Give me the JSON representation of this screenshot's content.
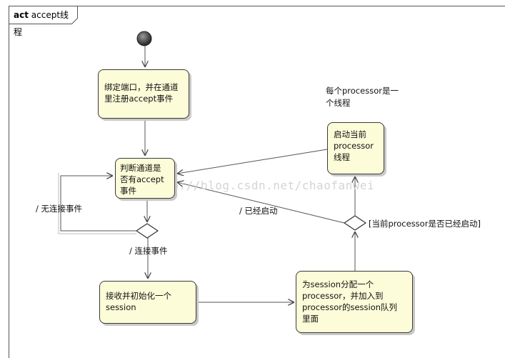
{
  "frame": {
    "keyword": "act",
    "name": "accept线程"
  },
  "nodes": {
    "bind": "绑定端口，并在通道\n里注册accept事件",
    "check": "判断通道是\n否有accept\n事件",
    "receive": "接收并初始化一个\nsession",
    "assign": "为session分配一个\nprocessor，并加入到\nprocessor的session队列\n里面",
    "start": "启动当前\nprocessor\n线程"
  },
  "labels": {
    "no_conn": "/ 无连接事件",
    "conn": "/ 连接事件",
    "started": "/ 已经启动",
    "guard": "[当前processor是否已经启动]"
  },
  "note": "每个processor是一\n个线程",
  "watermark": "http://blog.csdn.net/chaofanwei",
  "colors": {
    "node_fill": "#fcfcd9",
    "line": "#555555",
    "initial": "#3c3c3c"
  }
}
